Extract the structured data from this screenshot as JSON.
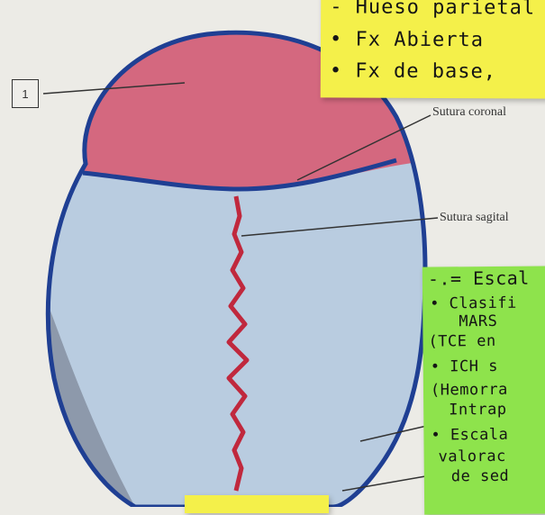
{
  "figure": {
    "label_number": "1",
    "labels": {
      "coronal": "Sutura coronal",
      "sagittal": "Sutura sagital"
    }
  },
  "yellow_note": {
    "lines": [
      "- Hueso parietal",
      "• Fx Abierta",
      "• Fx de base,"
    ]
  },
  "green_note": {
    "lines": [
      "-.= Escal",
      "• Clasifi",
      "MARS",
      "(TCE en",
      "• ICH s",
      "(Hemorra",
      "Intrap",
      "• Escala",
      "valorac",
      "de sed"
    ]
  },
  "colors": {
    "parietal_fill": "#d4687f",
    "skull_fill": "#b9cce0",
    "outline": "#1f3f93",
    "suture": "#c0283d",
    "note_yellow": "#f4f04a",
    "note_green": "#8ee34c"
  }
}
